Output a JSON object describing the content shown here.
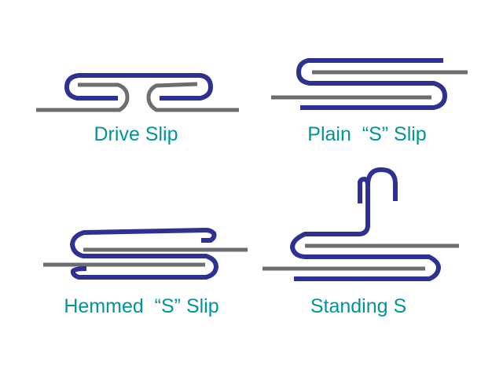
{
  "colors": {
    "blue": "#2e3192",
    "gray": "#6d6e71",
    "label": "#00959a"
  },
  "diagrams": [
    {
      "label": "Drive Slip"
    },
    {
      "label": "Plain  “S” Slip"
    },
    {
      "label": "Hemmed  “S” Slip"
    },
    {
      "label": "Standing S"
    }
  ]
}
